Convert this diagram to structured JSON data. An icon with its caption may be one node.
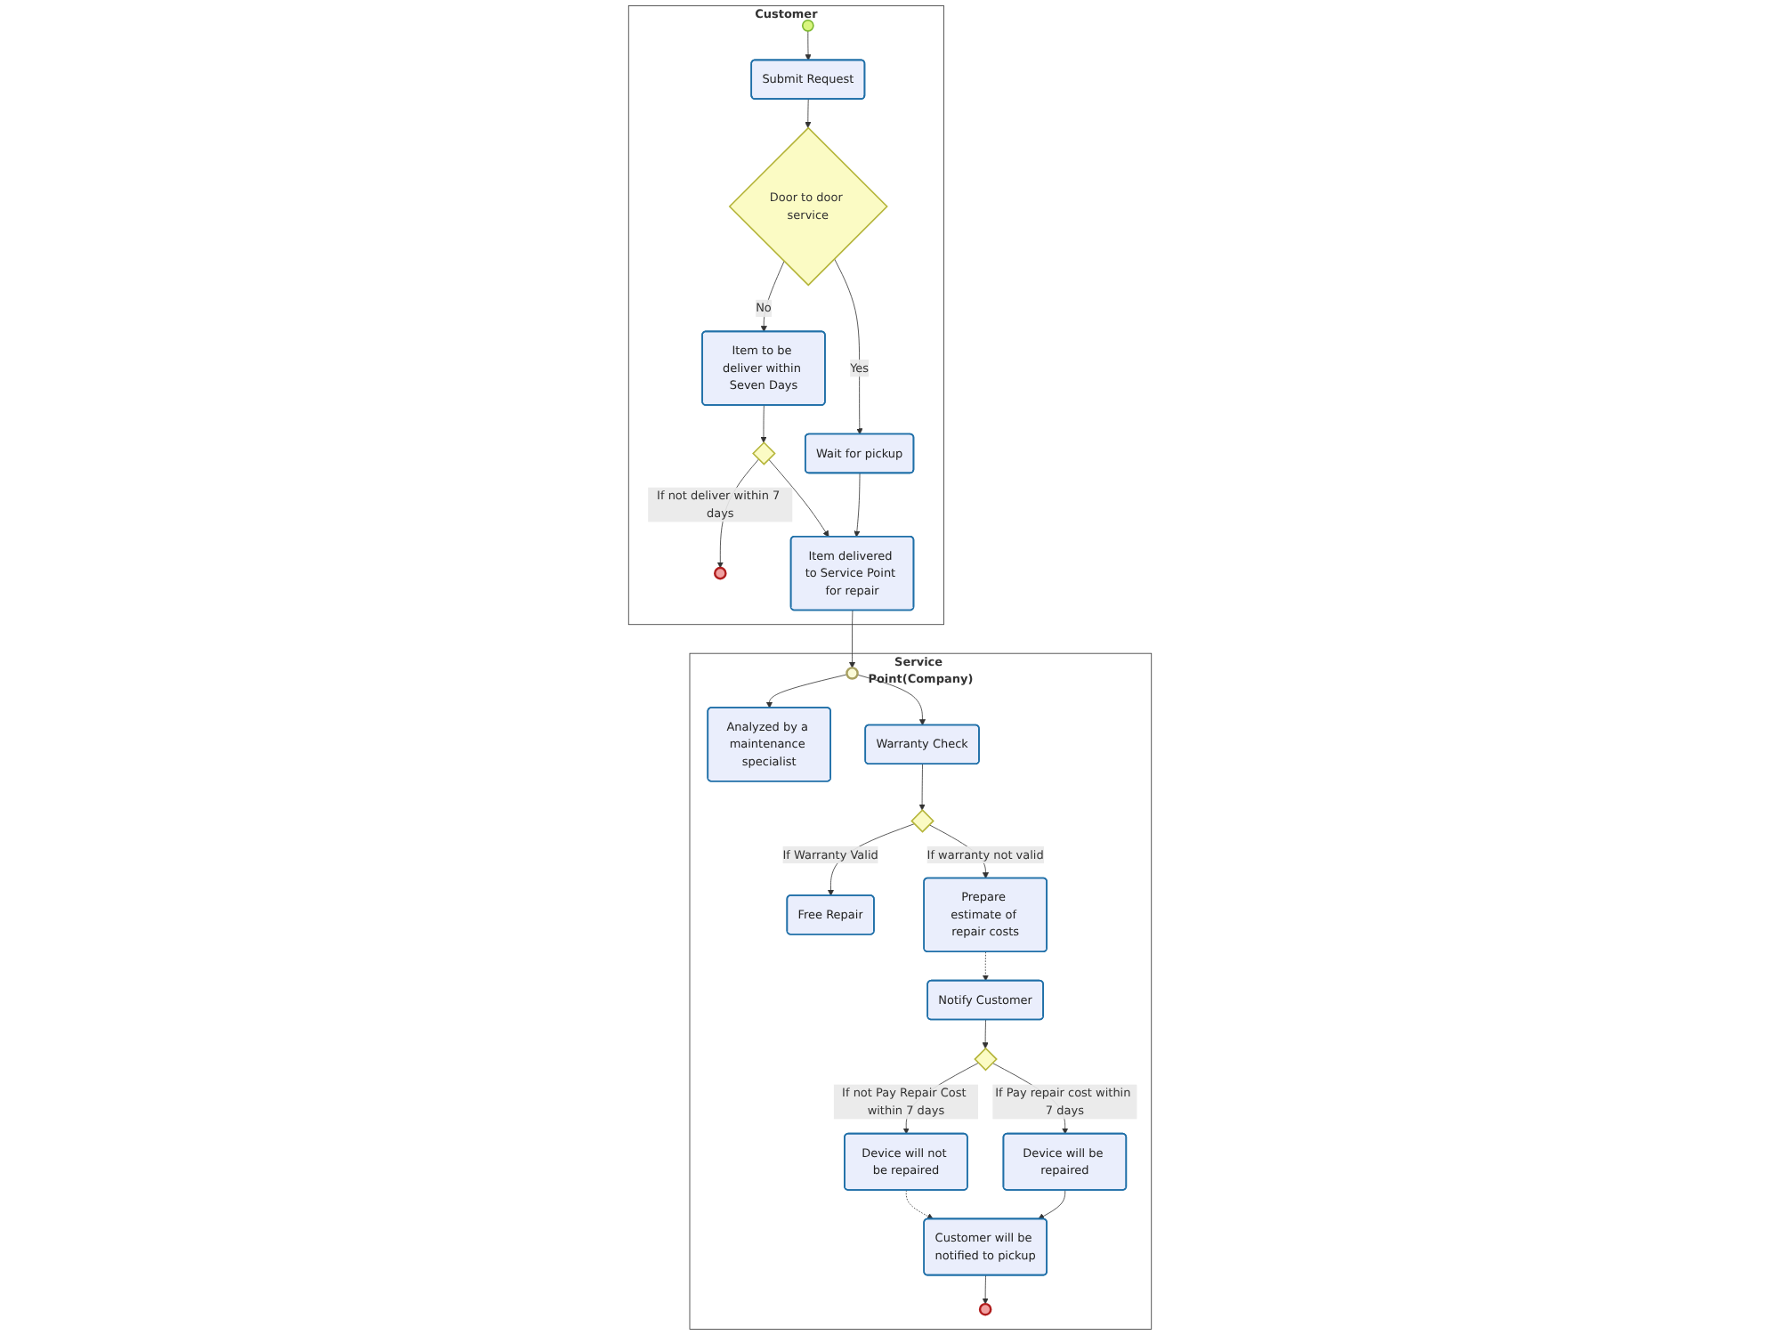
{
  "diagram": {
    "nodes": [
      {
        "text": [
          "Customer"
        ]
      },
      {
        "text": [],
        "shape": "circle",
        "in": 0
      },
      {
        "text": [
          "Submit Request"
        ],
        "in": 0
      },
      {
        "text": [
          "Door to door service"
        ],
        "in": 0
      },
      {
        "text": [
          "Item to be deliver within Seven Days"
        ],
        "in": 0
      },
      {
        "text": [],
        "shape": "diamond",
        "in": 0
      },
      {
        "text": [],
        "shape": "circle",
        "in": 0
      },
      {
        "text": [
          "Item delivered to Service Point for repair"
        ],
        "in": 0
      },
      {
        "text": [
          "Wait for pickup"
        ],
        "in": 0
      },
      {
        "text": [
          "Service Point(Company)"
        ]
      },
      {
        "text": [],
        "shape": "circle",
        "in": 9
      },
      {
        "text": [
          "Analyzed by a maintenance specialist"
        ],
        "in": 9
      },
      {
        "text": [
          "Warranty Check"
        ],
        "in": 9
      },
      {
        "text": [],
        "shape": "diamond",
        "in": 9
      },
      {
        "text": [
          "Free Repair"
        ],
        "in": 9
      },
      {
        "text": [
          "Prepare estimate of repair costs"
        ],
        "in": 9
      },
      {
        "text": [
          "Notify Customer"
        ],
        "in": 9
      },
      {
        "text": [],
        "shape": "diamond",
        "in": 9
      },
      {
        "text": [
          "Device will be repaired"
        ],
        "in": 9
      },
      {
        "text": [
          "Device will not be repaired"
        ],
        "in": 9
      },
      {
        "text": [
          "Customer will be notified to pickup"
        ],
        "in": 9
      },
      {
        "text": [],
        "shape": "circle",
        "in": 9
      }
    ],
    "edges": [
      {
        "from": 1,
        "to": 2,
        "arrow": "to"
      },
      {
        "from": 2,
        "to": 3,
        "arrow": "to"
      },
      {
        "from": 3,
        "to": 4,
        "arrow": "to",
        "label": "No"
      },
      {
        "from": 3,
        "to": 8,
        "arrow": "to",
        "label": "Yes"
      },
      {
        "from": 4,
        "to": 5,
        "arrow": "to"
      },
      {
        "from": 5,
        "to": 6,
        "arrow": "to",
        "label": "If not deliver within 7 days"
      },
      {
        "from": 5,
        "to": 7,
        "arrow": "to"
      },
      {
        "from": 8,
        "to": 7,
        "arrow": "to"
      },
      {
        "from": 7,
        "to": 10,
        "arrow": "to"
      },
      {
        "from": 10,
        "to": 11,
        "arrow": "to"
      },
      {
        "from": 10,
        "to": 12,
        "arrow": "to"
      },
      {
        "from": 12,
        "to": 13,
        "arrow": "to"
      },
      {
        "from": 13,
        "to": 14,
        "arrow": "to",
        "label": "If Warranty Valid"
      },
      {
        "from": 13,
        "to": 15,
        "arrow": "to",
        "label": "If warranty not valid"
      },
      {
        "from": 15,
        "to": 16,
        "arrow": "to",
        "style": "dashed"
      },
      {
        "from": 16,
        "to": 17,
        "arrow": "to"
      },
      {
        "from": 17,
        "to": 18,
        "arrow": "to",
        "label": "If Pay repair cost within 7 days"
      },
      {
        "from": 17,
        "to": 19,
        "arrow": "to",
        "label": "If not Pay Repair Cost within 7 days"
      },
      {
        "from": 19,
        "to": 20,
        "arrow": "to",
        "style": "dashed"
      },
      {
        "from": 18,
        "to": 20,
        "arrow": "to"
      },
      {
        "from": 20,
        "to": 21,
        "arrow": "to"
      }
    ]
  }
}
